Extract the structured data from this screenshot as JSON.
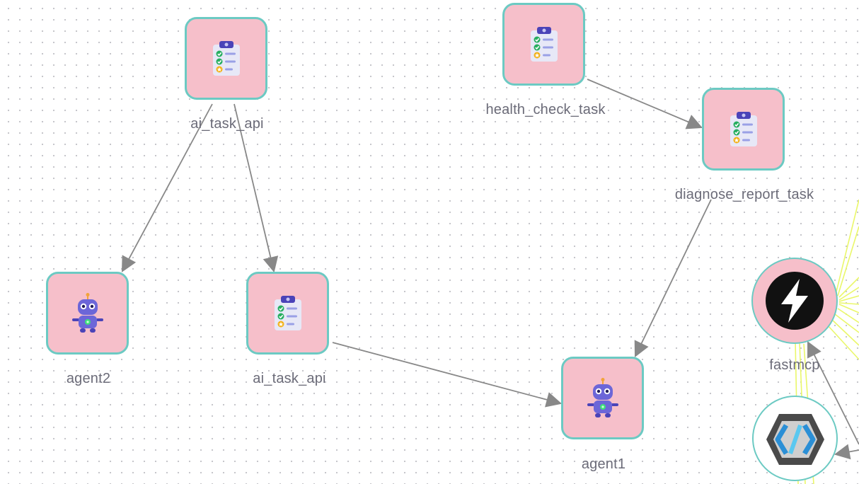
{
  "nodes": {
    "ai_task_api_top": {
      "label": "ai_task_api",
      "icon": "clipboard-checklist-icon"
    },
    "health_check_task": {
      "label": "health_check_task",
      "icon": "clipboard-checklist-icon"
    },
    "diagnose_report_task": {
      "label": "diagnose_report_task",
      "icon": "clipboard-checklist-icon"
    },
    "agent2": {
      "label": "agent2",
      "icon": "robot-icon"
    },
    "ai_task_api_mid": {
      "label": "ai_task_api",
      "icon": "clipboard-checklist-icon"
    },
    "agent1": {
      "label": "agent1",
      "icon": "robot-icon"
    },
    "fastmcp": {
      "label": "fastmcp",
      "icon": "lightning-bolt-icon"
    },
    "code_tool": {
      "icon": "code-brackets-icon"
    }
  },
  "edges": [
    {
      "from": "ai_task_api_top",
      "to": "agent2"
    },
    {
      "from": "ai_task_api_top",
      "to": "ai_task_api_mid"
    },
    {
      "from": "health_check_task",
      "to": "diagnose_report_task"
    },
    {
      "from": "diagnose_report_task",
      "to": "agent1"
    },
    {
      "from": "ai_task_api_mid",
      "to": "agent1"
    }
  ],
  "colors": {
    "node_fill": "#f6bfca",
    "node_border": "#6ccac3",
    "edge": "#888888",
    "highlight_edge": "#eaf76a",
    "label": "#6b6b78"
  }
}
